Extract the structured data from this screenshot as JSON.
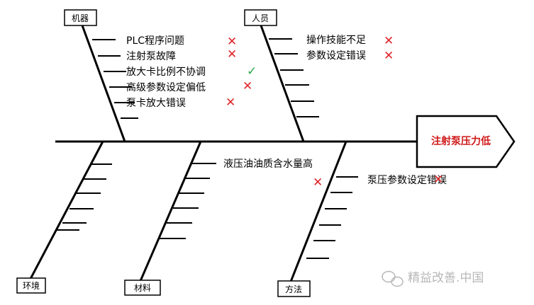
{
  "diagram": {
    "head": {
      "label": "注射泵压力低",
      "color": "#d01818"
    },
    "categories": {
      "machine": "机器",
      "people": "人员",
      "environment": "环境",
      "material": "材料",
      "method": "方法"
    },
    "causes": {
      "machine": [
        {
          "text": "PLC程序问题",
          "mark": "✕"
        },
        {
          "text": "注射泵故障",
          "mark": "✕"
        },
        {
          "text": "放大卡比例不协调",
          "mark": "✓"
        },
        {
          "text": "高级参数设定偏低",
          "mark": "✕"
        },
        {
          "text": "泵卡放大错误",
          "mark": "✕"
        }
      ],
      "people": [
        {
          "text": "操作技能不足",
          "mark": "✕"
        },
        {
          "text": "参数设定错误",
          "mark": "✕"
        }
      ],
      "material": [
        {
          "text": "液压油油质含水量高",
          "mark": "✕"
        }
      ],
      "method": [
        {
          "text": "泵压参数设定错误",
          "mark": "✕"
        }
      ]
    },
    "mark_colors": {
      "cross": "#e0262b",
      "check": "#2aa84a"
    }
  },
  "watermark": {
    "text": "精益改善.中国",
    "icon": "wechat-icon"
  }
}
